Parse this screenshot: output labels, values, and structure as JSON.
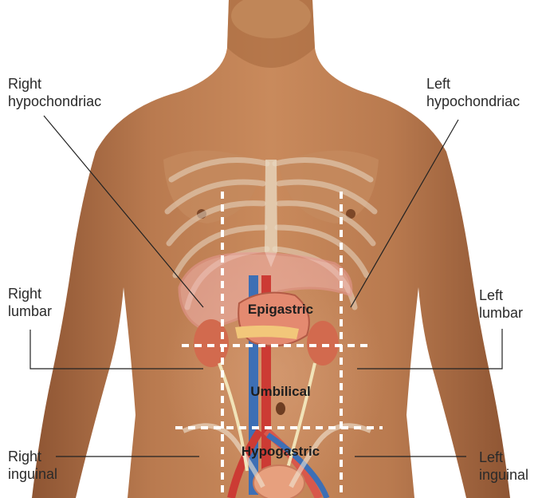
{
  "labels": {
    "right_hypochondriac": [
      "Right",
      "hypochondriac"
    ],
    "left_hypochondriac": [
      "Left",
      "hypochondriac"
    ],
    "right_lumbar": [
      "Right",
      "lumbar"
    ],
    "left_lumbar": [
      "Left",
      "lumbar"
    ],
    "right_inguinal": [
      "Right",
      "inguinal"
    ],
    "left_inguinal": [
      "Left",
      "inguinal"
    ]
  },
  "regions": {
    "epigastric": "Epigastric",
    "umbilical": "Umbilical",
    "hypogastric": "Hypogastric"
  },
  "colors": {
    "skin": "#b97a4f",
    "skin_shadow": "#8e5533",
    "dashed_grid": "#ffffff",
    "leader_line": "#222222",
    "organ_red": "#d8584b",
    "vessel_blue": "#3d6fb5"
  }
}
